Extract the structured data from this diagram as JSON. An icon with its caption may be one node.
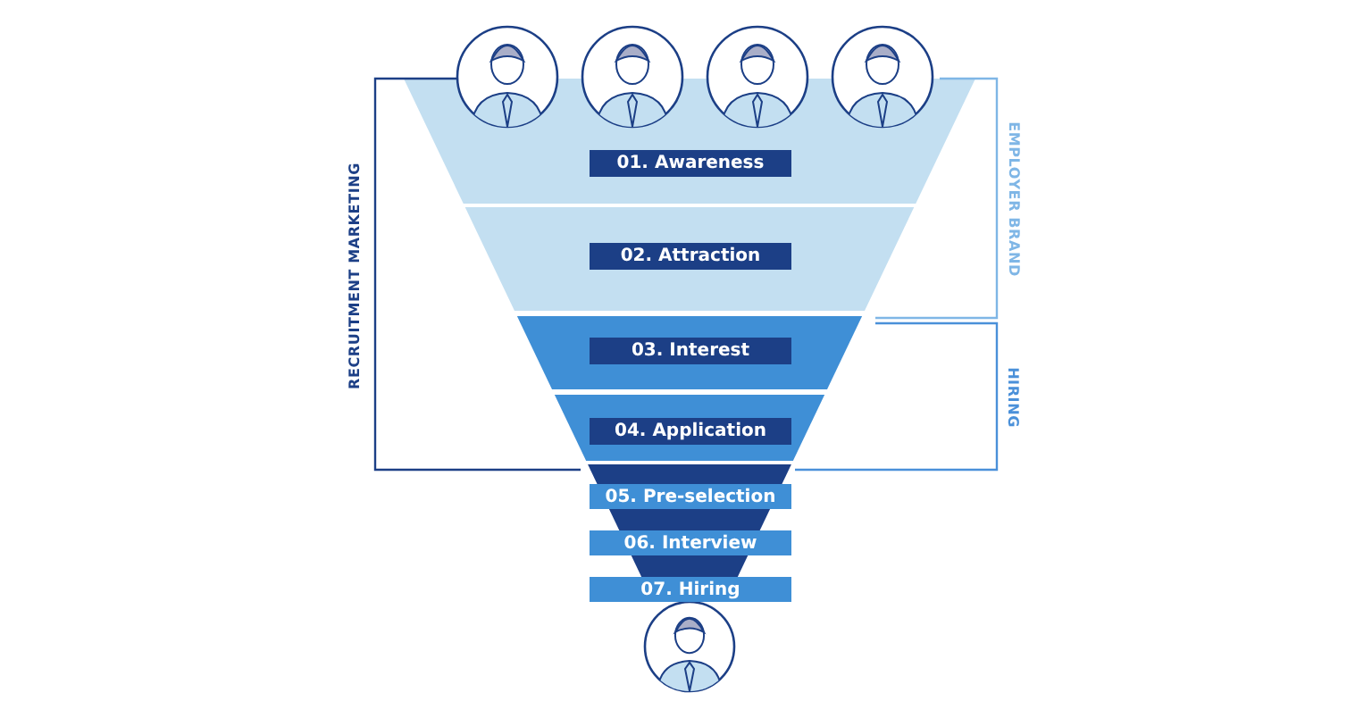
{
  "diagram": {
    "nodes": [
      {
        "text": [
          "01. Awareness"
        ]
      },
      {
        "text": [
          "02. Attraction"
        ]
      },
      {
        "text": [
          "03. Interest"
        ]
      },
      {
        "text": [
          "04. Application"
        ]
      },
      {
        "text": [
          "05. Pre-selection"
        ]
      },
      {
        "text": [
          "06. Interview"
        ]
      },
      {
        "text": [
          "07. Hiring"
        ]
      }
    ],
    "labels": [
      "RECRUITMENT MARKETING",
      "EMPLOYER BRAND",
      "HIRING"
    ]
  }
}
